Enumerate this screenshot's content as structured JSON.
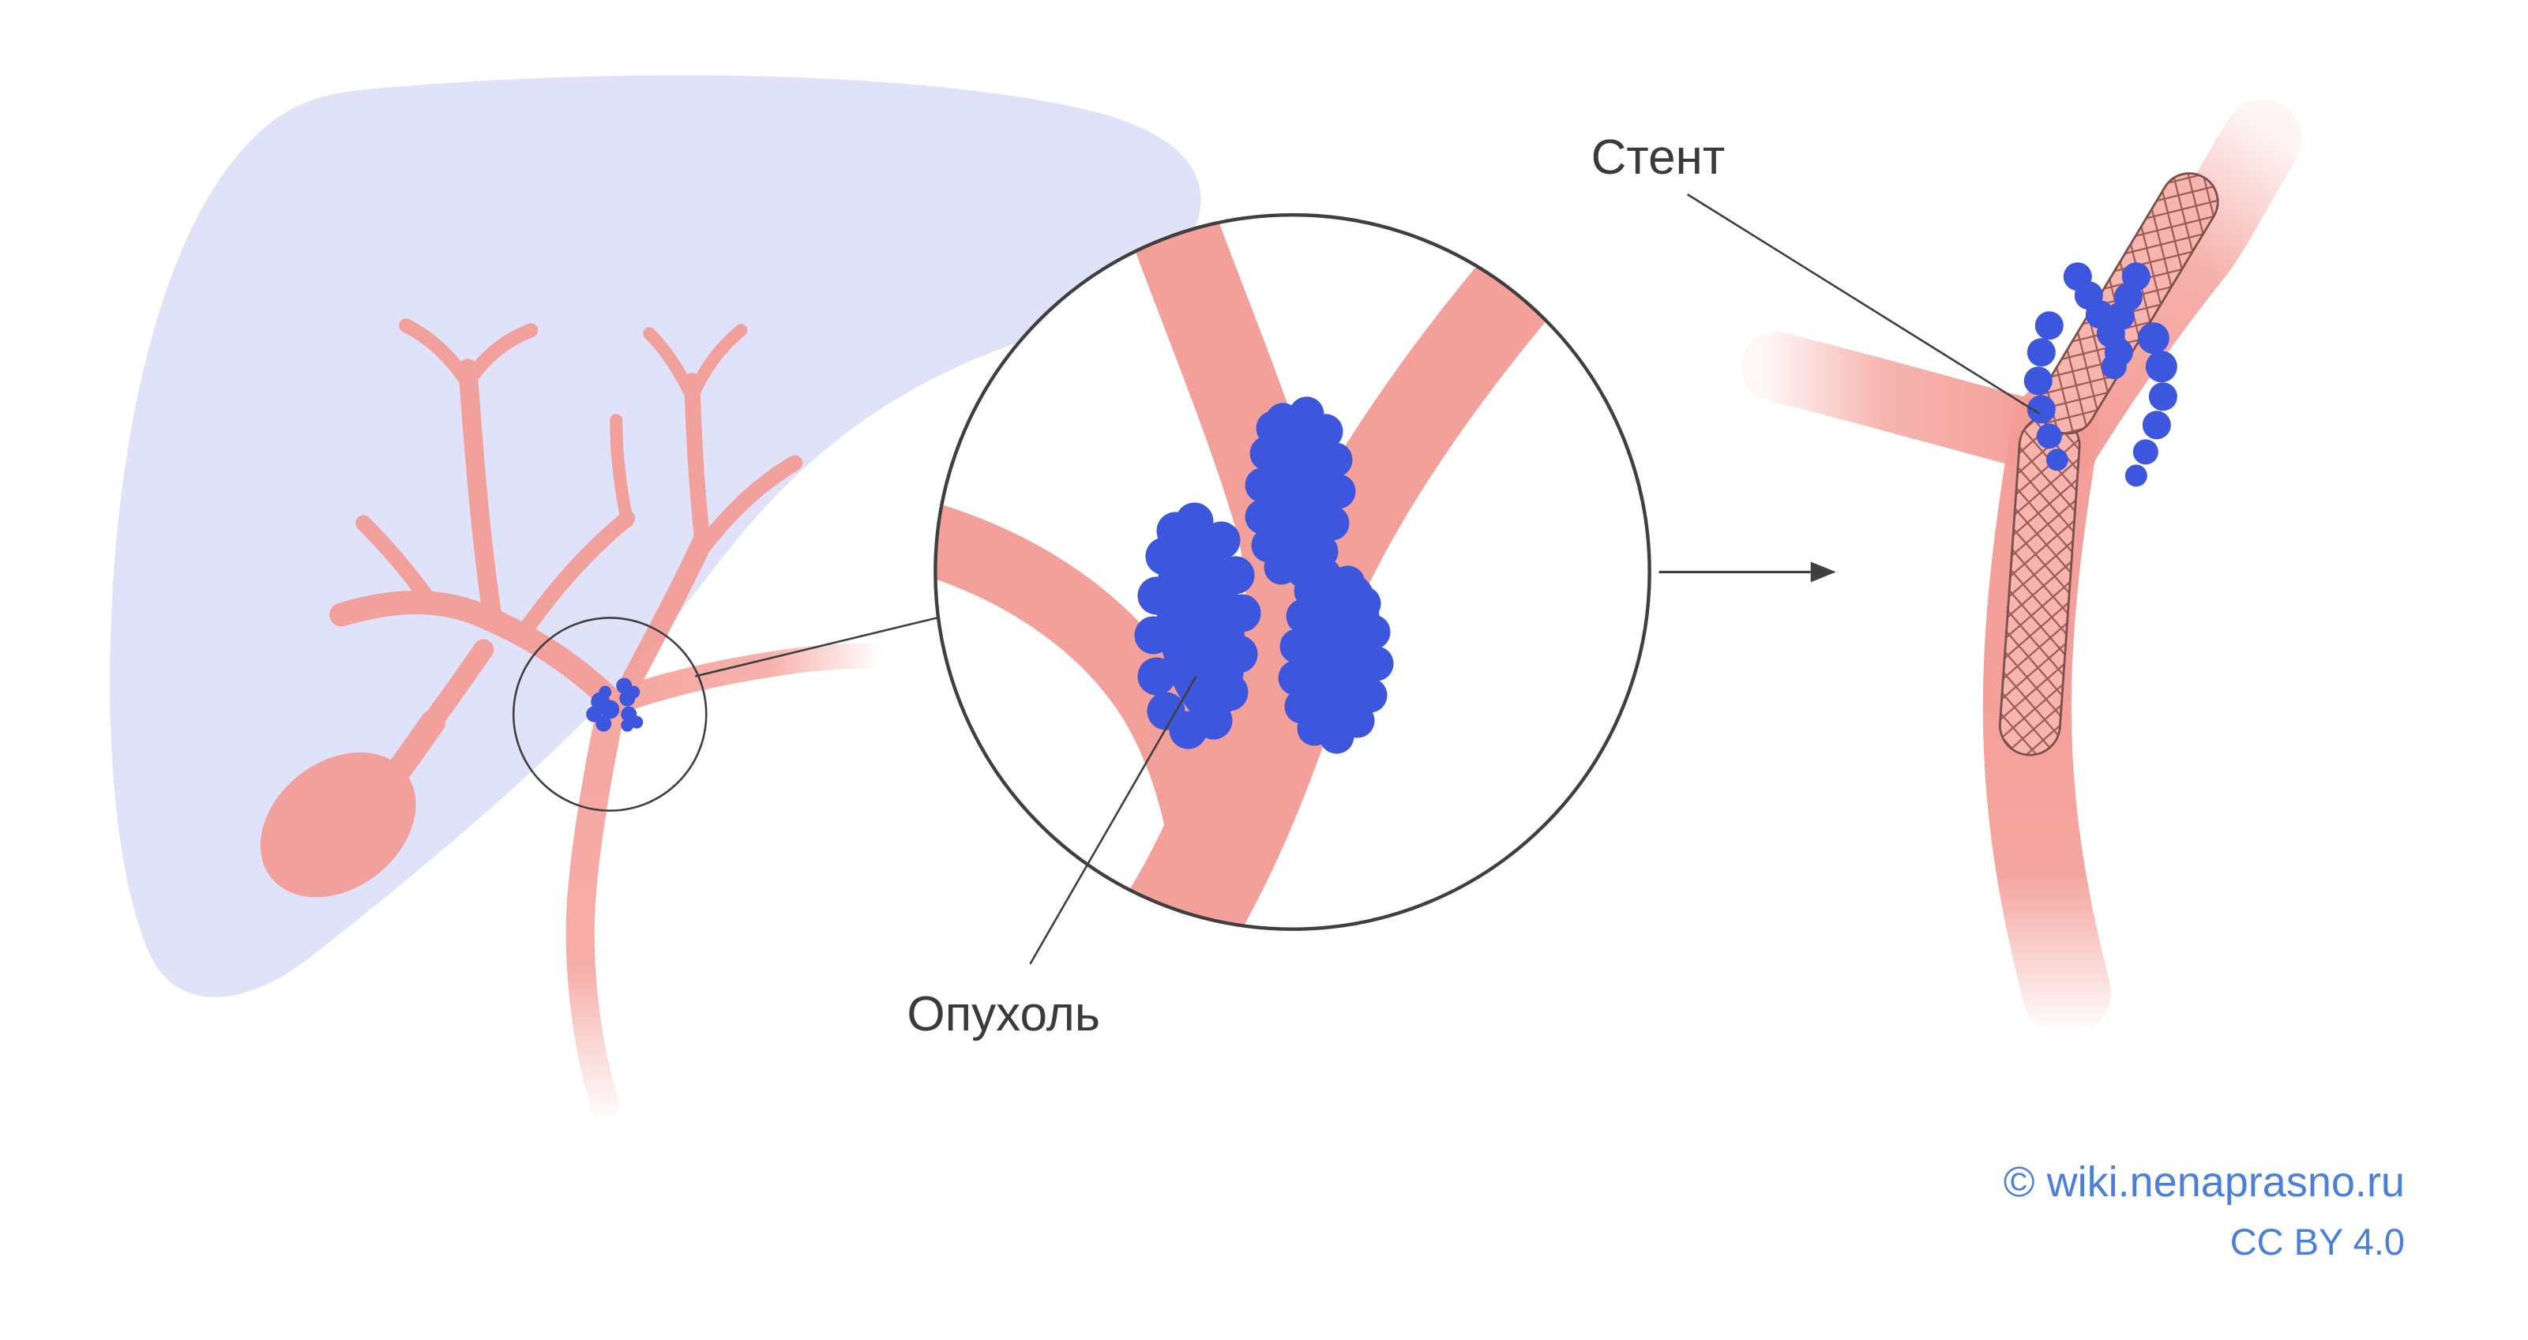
{
  "illustration": {
    "labels": {
      "stent": "Стент",
      "tumor": "Опухоль"
    },
    "attribution": {
      "credit": "© wiki.nenaprasno.ru",
      "license": "CC BY 4.0"
    },
    "colors": {
      "background": "#ffffff",
      "liver": "#dfe2f8",
      "duct": "#f49b95",
      "tumor": "#3c56dd",
      "outline": "#3f3f3f",
      "label_text": "#3a3a3a",
      "attribution_text": "#4b7fd9",
      "stent_mesh_line": "#a05a55"
    }
  }
}
